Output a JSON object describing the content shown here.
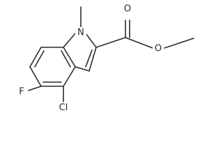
{
  "molecule": {
    "atoms": {
      "n1": "N",
      "o_carbonyl": "O",
      "o_ester": "O",
      "cl": "Cl",
      "f": "F"
    }
  },
  "colors": {
    "bond": "#2b2b2b",
    "background": "#ffffff"
  }
}
